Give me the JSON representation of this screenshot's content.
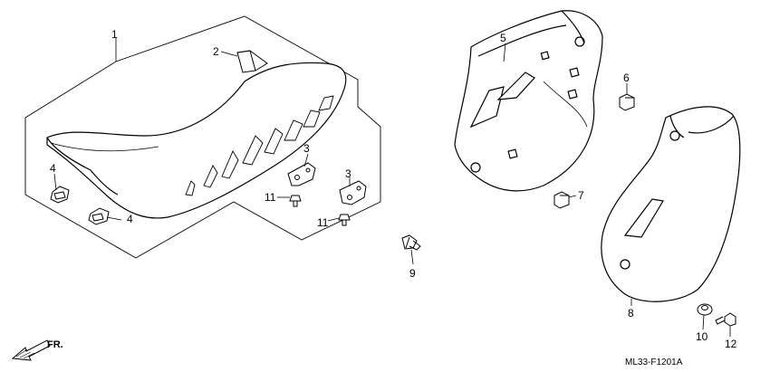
{
  "diagram": {
    "code": "ML33-F1201A",
    "direction": "FR.",
    "callouts": {
      "c1": "1",
      "c2": "2",
      "c3a": "3",
      "c3b": "3",
      "c4a": "4",
      "c4b": "4",
      "c5": "5",
      "c6": "6",
      "c7": "7",
      "c8": "8",
      "c9": "9",
      "c10": "10",
      "c11a": "11",
      "c11b": "11",
      "c12": "12"
    }
  }
}
